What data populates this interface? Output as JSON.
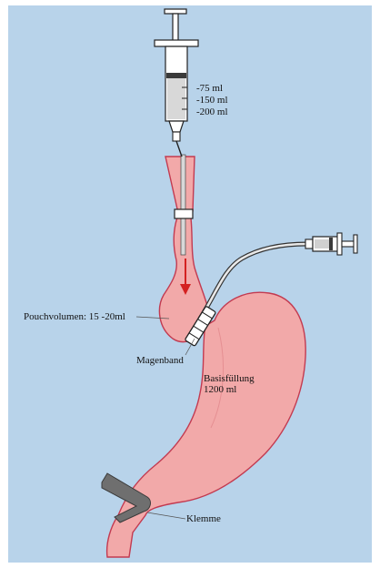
{
  "syringe_scale": [
    "-75 ml",
    "-150 ml",
    "-200 ml"
  ],
  "labels": {
    "pouch_volume": "Pouchvolumen: 15 -20ml",
    "gastric_band": "Magenband",
    "base_filling_line1": "Basisfüllung",
    "base_filling_line2": "1200 ml",
    "clamp": "Klemme"
  },
  "colors": {
    "background": "#b8d3ea",
    "tissue_fill": "#f2a9a9",
    "tissue_outline": "#c33a50",
    "arrow": "#d42020",
    "clamp": "#6f6f6f"
  }
}
